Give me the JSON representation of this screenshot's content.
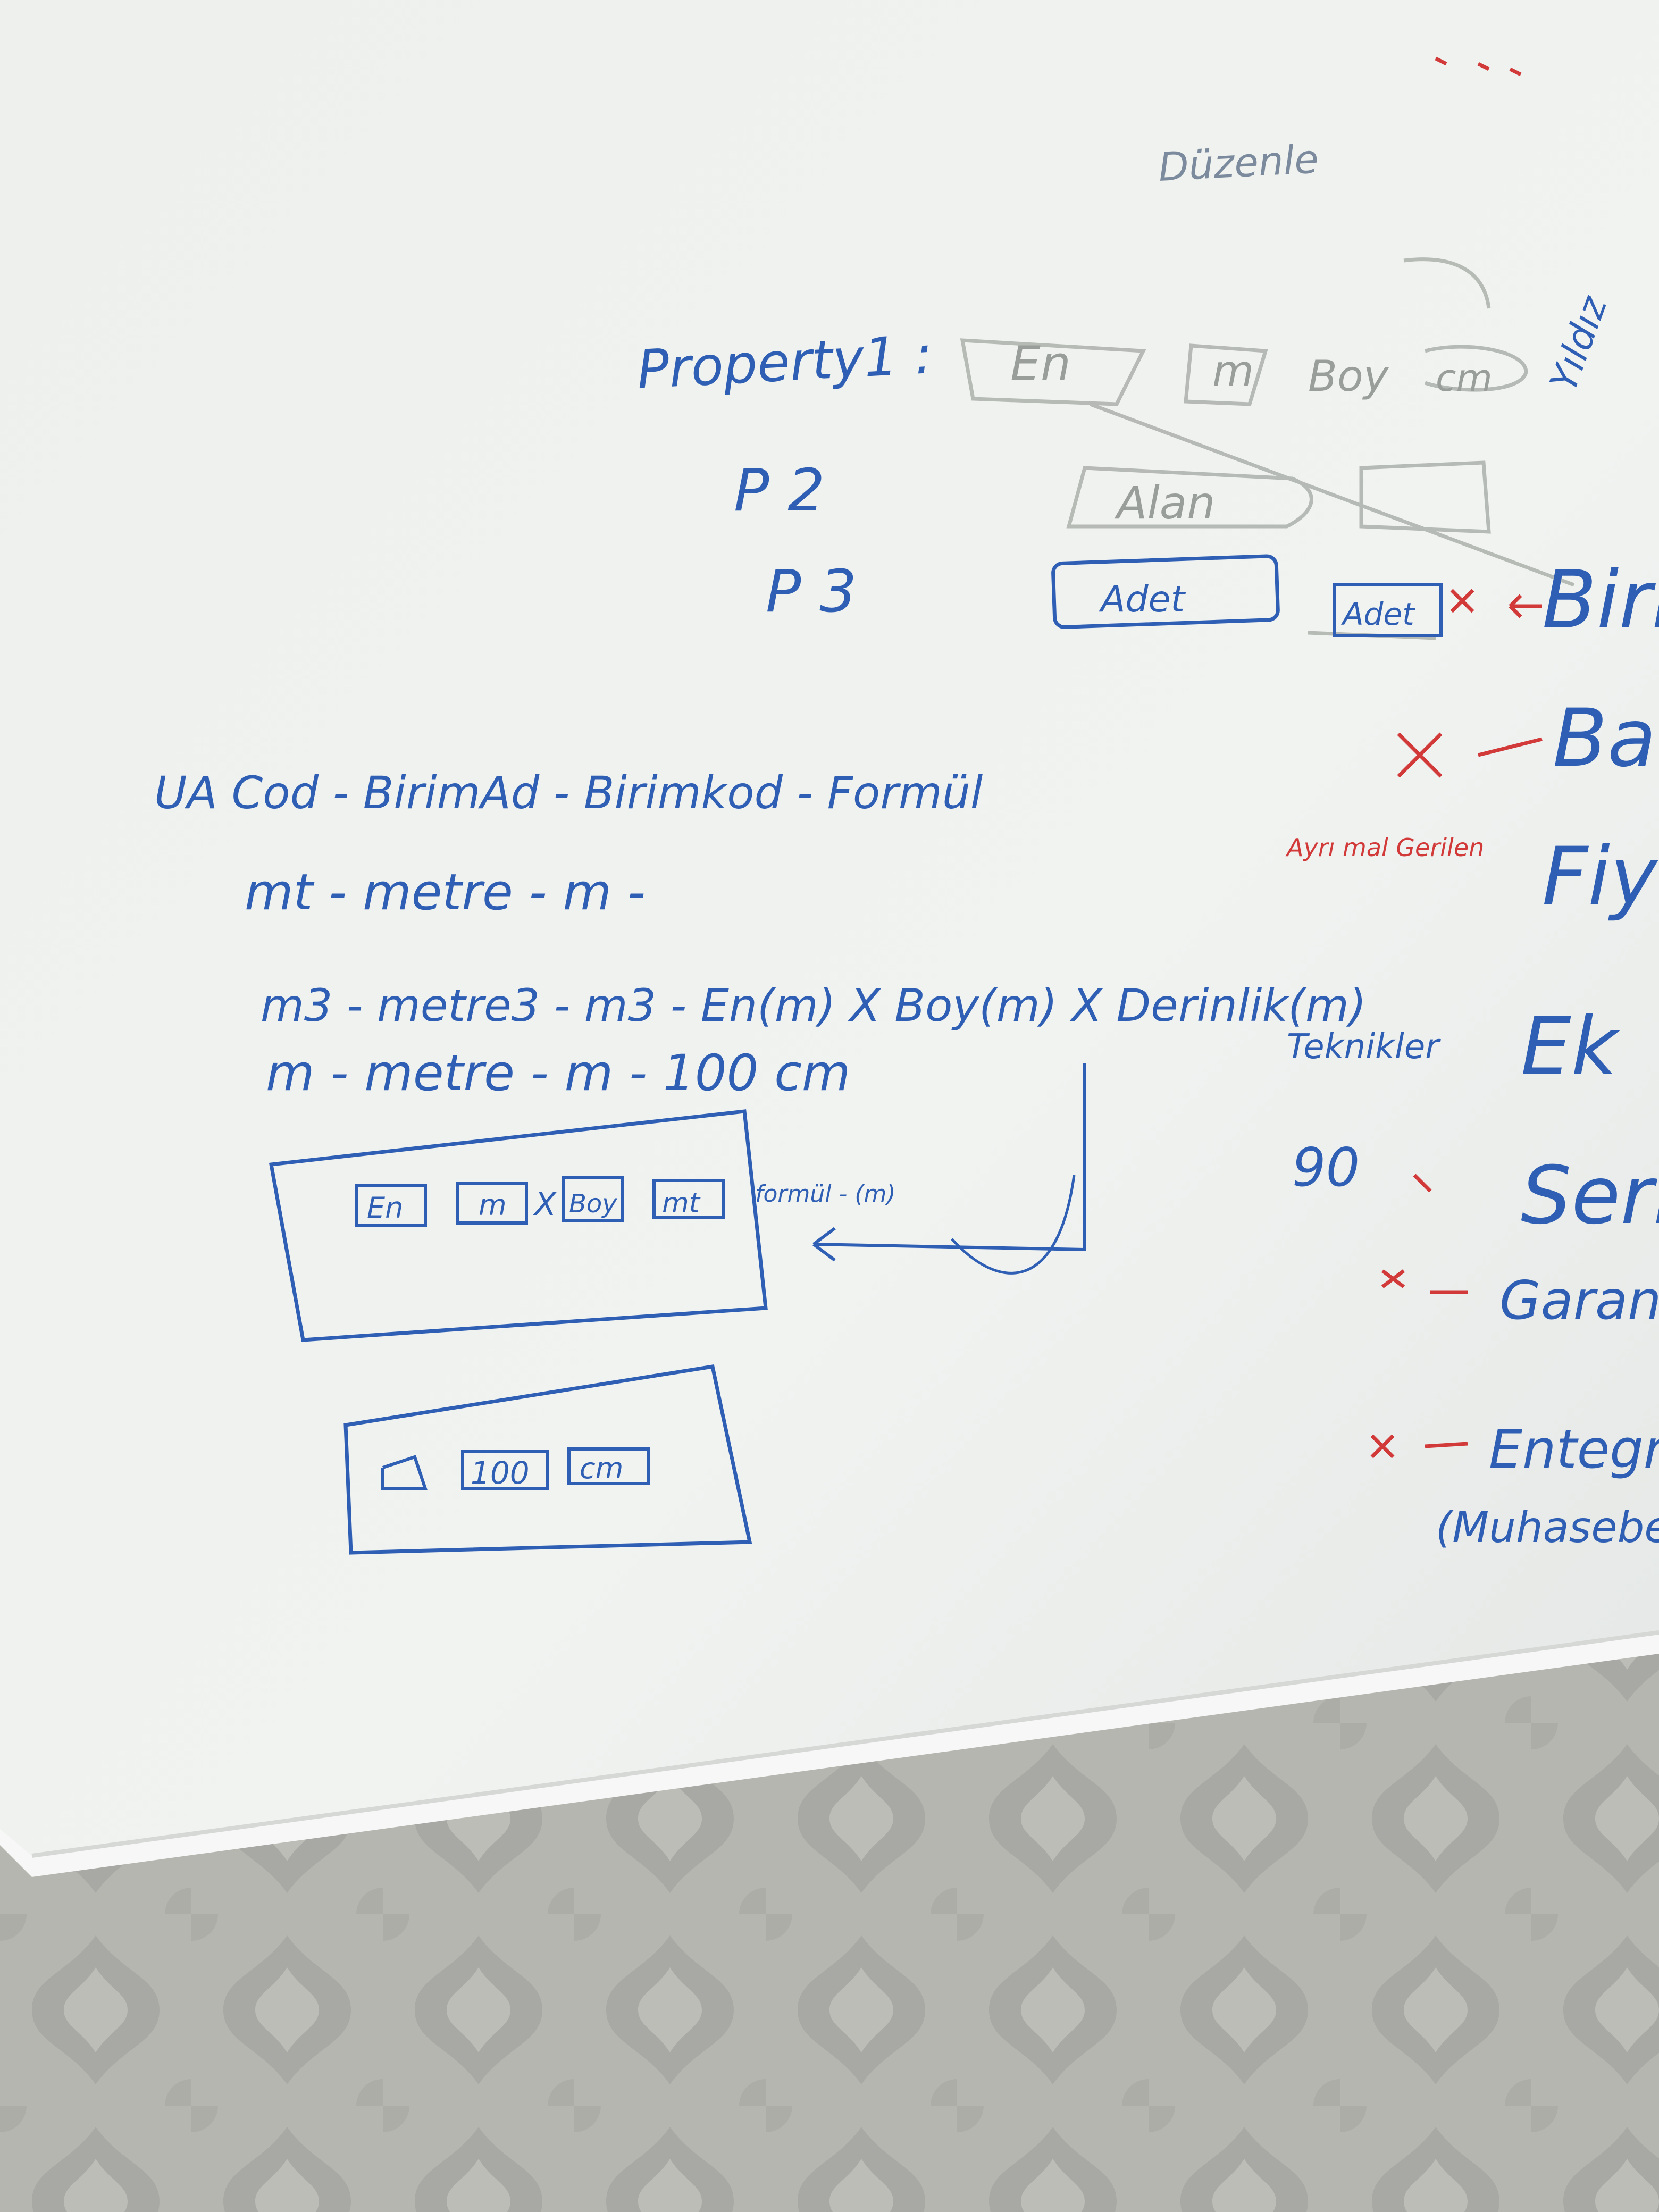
{
  "colors": {
    "marker_blue": "#2f5fb4",
    "marker_red": "#d23a3a",
    "ghost_gray": "#9a9e9a",
    "board": "#eef1ee",
    "wall": "#b5b5b0",
    "frame": "#f6f6f6"
  },
  "top": {
    "heading": "Düzenle",
    "property_row": "Property1 :",
    "property_en": "En",
    "property_m": "m",
    "property_boy": "Boy",
    "property_cm": "cm",
    "p2": "P 2",
    "p2_box": "Alan",
    "p3": "P 3",
    "p3_box": "Adet",
    "p3_box2": "Adet"
  },
  "right": {
    "birim": "Birim",
    "barkod": "Bar",
    "fiyat": "Fiyat",
    "ek": "Ek",
    "seri": "Seri",
    "garanti": "Garant",
    "entegrasyon": "Entegra",
    "muhasebe": "(Muhasebe",
    "ayrimal": "Ayrı mal Gerilen",
    "teknik": "Teknikler",
    "ninety": "90",
    "yildiz": "Yıldız"
  },
  "table": {
    "header": "UA Cod - BirimAd - Birimkod - Formül",
    "rows": [
      "mt -   metre - m  -",
      "m3 -   metre3 - m3 - En(m) X Boy(m) X Derinlik(m)",
      "m  -   metre  - m  -  100  cm"
    ]
  },
  "box1": {
    "en": "En",
    "m1": "m",
    "x": "X",
    "boy": "Boy",
    "m2": "mt",
    "formula_note": "formül - (m)"
  },
  "box2": {
    "val": "100",
    "unit": "cm"
  }
}
